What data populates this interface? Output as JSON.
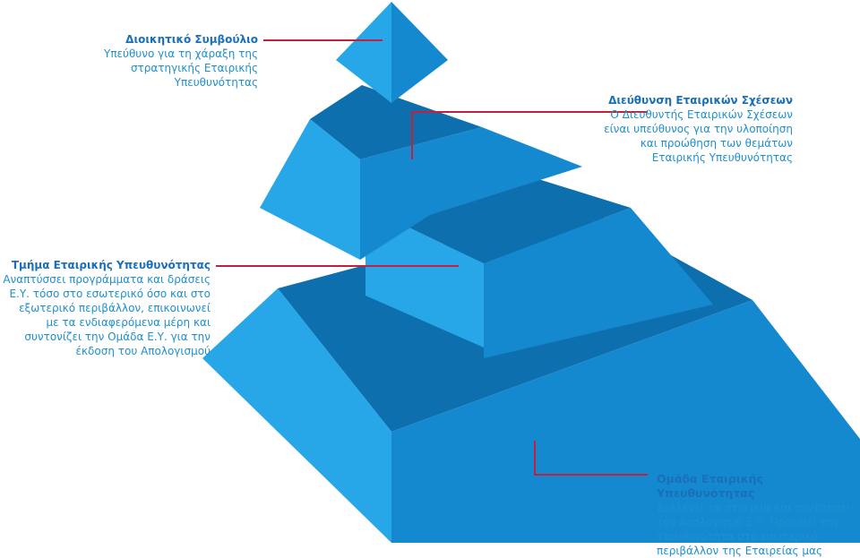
{
  "colors": {
    "dark": "#0d6fae",
    "mid": "#1589cf",
    "light": "#27a6e8",
    "accent_line": "#c2203c",
    "title": "#1a6fb8",
    "body": "#1e8fcf"
  },
  "labels": {
    "board": {
      "title": "Διοικητικό Συμβούλιο",
      "lines": [
        "Υπεύθυνο για τη χάραξη της",
        "στρατηγικής Εταιρικής",
        "Υπευθυνότητας"
      ]
    },
    "director": {
      "title": "Διεύθυνση Εταιρικών Σχέσεων",
      "lines": [
        "Ο Διευθυντής Εταιρικών Σχέσεων",
        "είναι υπεύθυνος για την υλοποίηση",
        "και προώθηση των θεμάτων",
        "Εταιρικής Υπευθυνότητας"
      ]
    },
    "department": {
      "title": "Τμήμα Εταιρικής Υπευθυνότητας",
      "lines": [
        "Αναπτύσσει προγράμματα και δράσεις",
        "Ε.Υ. τόσο στο εσωτερικό όσο και στο",
        "εξωτερικό περιβάλλον, επικοινωνεί",
        "με τα ενδιαφερόμενα μέρη και",
        "συντονίζει την Ομάδα Ε.Υ. για την",
        "έκδοση του Απολογισμού"
      ]
    },
    "team": {
      "title": "Ομάδα Εταιρικής Υπευθυνότητας",
      "lines": [
        "Συλλέγει τα στοιχεία και συντάσσει",
        "τον Απολογισμό Ε.Υ. Προωθεί την",
        "Υπευθυνότητα στο εσωτερικό",
        "περιβάλλον της Εταιρείας μας"
      ]
    }
  }
}
